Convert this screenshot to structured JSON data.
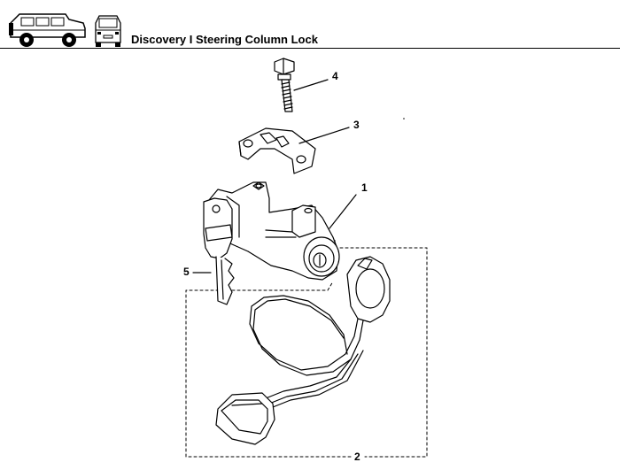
{
  "header": {
    "title": "Discovery I Steering Column Lock",
    "icons": [
      "vehicle-side-view-icon",
      "vehicle-rear-view-icon"
    ]
  },
  "diagram": {
    "callouts": {
      "bolt": "4",
      "clamp": "3",
      "lock_housing": "1",
      "key": "5",
      "harness": "2"
    }
  }
}
